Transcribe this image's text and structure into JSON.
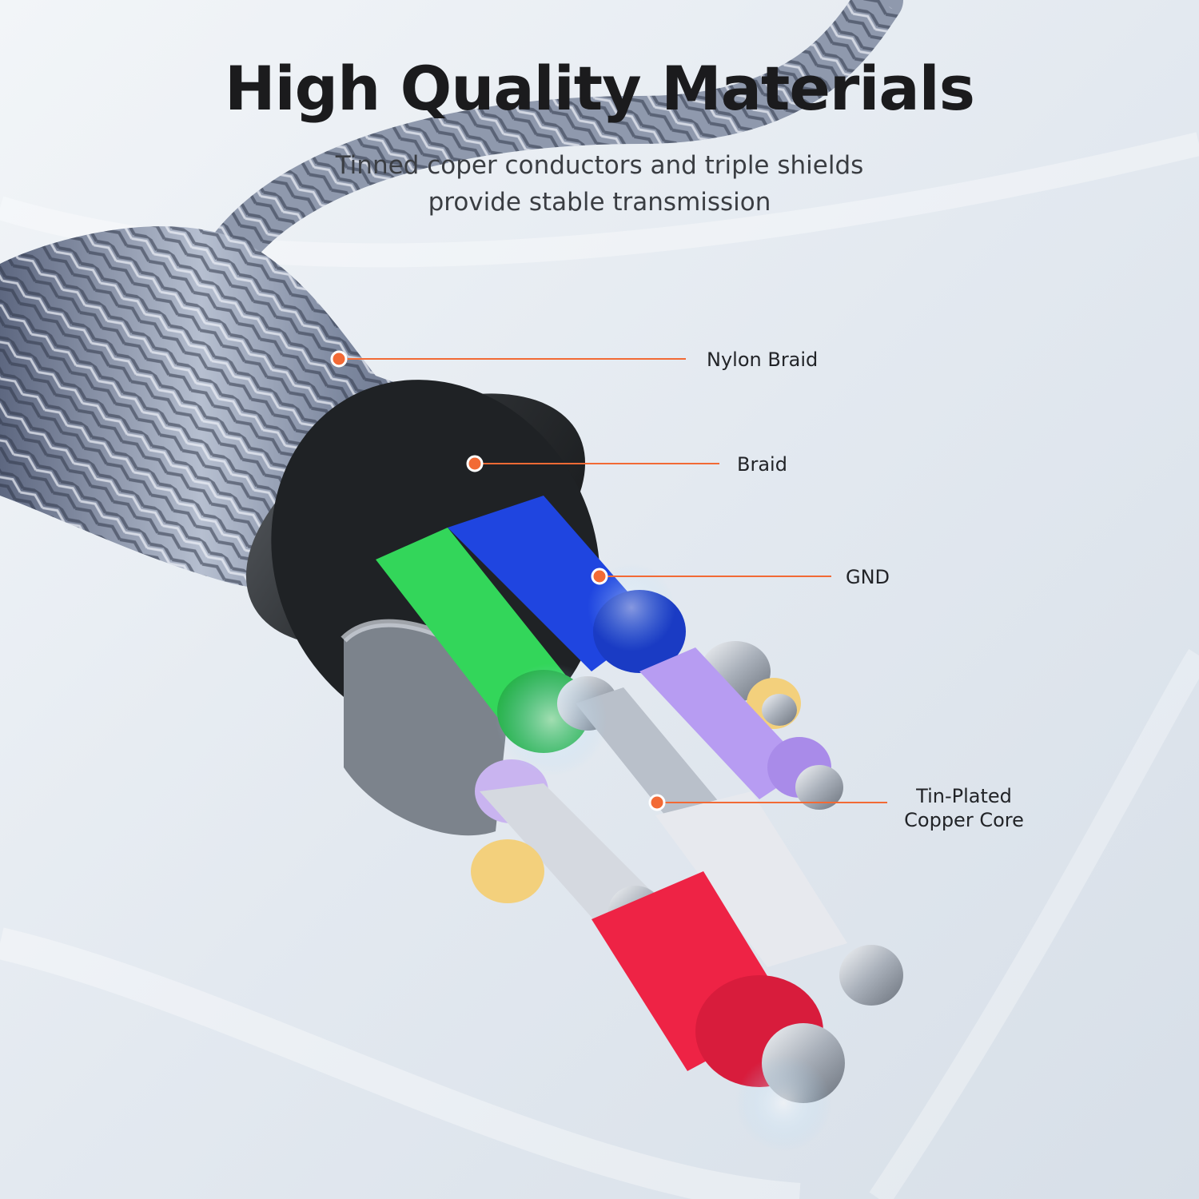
{
  "headline": {
    "title": "High Quality Materials",
    "subtitle_line1": "Tinned coper conductors and triple shields",
    "subtitle_line2": "provide stable transmission"
  },
  "callouts": [
    {
      "label": "Nylon Braid"
    },
    {
      "label": "Braid"
    },
    {
      "label": "GND"
    },
    {
      "label_line1": "Tin-Plated",
      "label_line2": "Copper Core"
    }
  ],
  "colors": {
    "accent": "#f26a35",
    "background": "#e4ebf2",
    "braid": "#8792a8",
    "inner_sheath": "#2d3033",
    "wire_green": "#33d65a",
    "wire_blue": "#1f45e0",
    "wire_purple": "#b79cf2",
    "wire_red": "#ee2345",
    "wire_white": "#e7e9ee",
    "wire_yellow": "#f3d07c",
    "wire_lilac": "#c9b4f0",
    "conductor": "#c7ccd4"
  }
}
